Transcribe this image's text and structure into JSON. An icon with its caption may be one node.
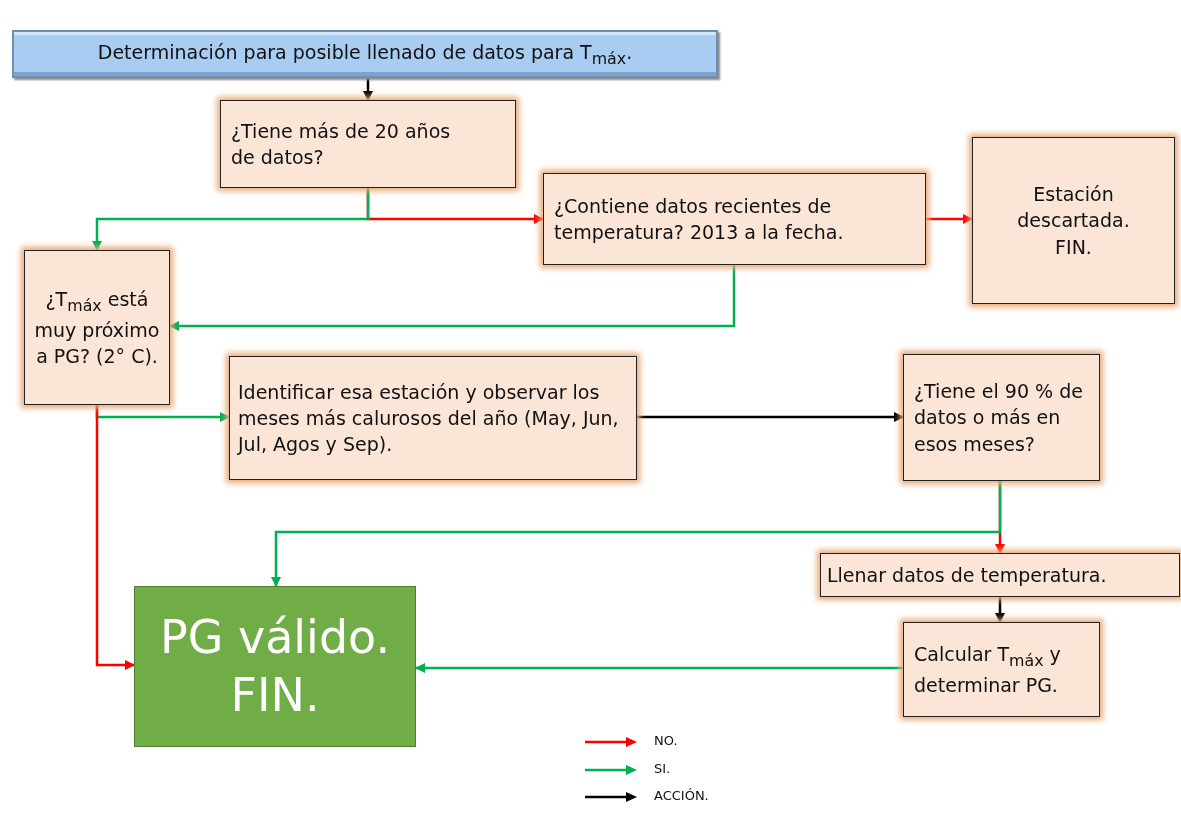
{
  "diagram": {
    "nodes": [
      {
        "text": [
          "Determinación para posible  llenado de datos para T$_{máx}$."
        ]
      },
      {
        "text": [
          "¿Tiene más de 20 años de datos?"
        ]
      },
      {
        "text": [
          "¿Contiene datos recientes de temperatura? 2013 a la fecha."
        ]
      },
      {
        "text": [
          "Estación descartada. FIN."
        ]
      },
      {
        "text": [
          "¿T$_{máx}$ está muy próximo a PG? (2° C)."
        ]
      },
      {
        "text": [
          "Identificar esa estación y observar los meses más calurosos del año (May, Jun, Jul, Agos y Sep)."
        ]
      },
      {
        "text": [
          "¿Tiene el 90 % de datos o más en esos meses?"
        ]
      },
      {
        "text": [
          "Llenar datos de temperatura."
        ]
      },
      {
        "text": [
          "Calcular T$_{máx}$ y determinar PG."
        ]
      },
      {
        "text": [
          "PG válido. FIN."
        ]
      }
    ],
    "edges": [
      {
        "from": 0,
        "to": 1,
        "arrow": "to",
        "color": "#000000"
      },
      {
        "from": 1,
        "to": 2,
        "arrow": "to",
        "color": "#ff0000"
      },
      {
        "from": 2,
        "to": 3,
        "arrow": "to",
        "color": "#ff0000"
      },
      {
        "from": 1,
        "to": 4,
        "arrow": "to",
        "color": "#00b050"
      },
      {
        "from": 2,
        "to": 4,
        "arrow": "to",
        "color": "#00b050"
      },
      {
        "from": 4,
        "to": 5,
        "arrow": "to",
        "color": "#00b050"
      },
      {
        "from": 4,
        "to": 9,
        "arrow": "to",
        "color": "#ff0000"
      },
      {
        "from": 5,
        "to": 6,
        "arrow": "to",
        "color": "#000000"
      },
      {
        "from": 6,
        "to": 7,
        "arrow": "to",
        "color": "#ff0000"
      },
      {
        "from": 6,
        "to": 9,
        "arrow": "to",
        "color": "#00b050"
      },
      {
        "from": 7,
        "to": 8,
        "arrow": "to",
        "color": "#000000"
      },
      {
        "from": 8,
        "to": 9,
        "arrow": "to",
        "color": "#00b050"
      }
    ],
    "legend": [
      {
        "text": "NO.",
        "color": "#ff0000"
      },
      {
        "text": "SI.",
        "color": "#00b050"
      },
      {
        "text": "ACCIÓN.",
        "color": "#000000"
      }
    ]
  }
}
